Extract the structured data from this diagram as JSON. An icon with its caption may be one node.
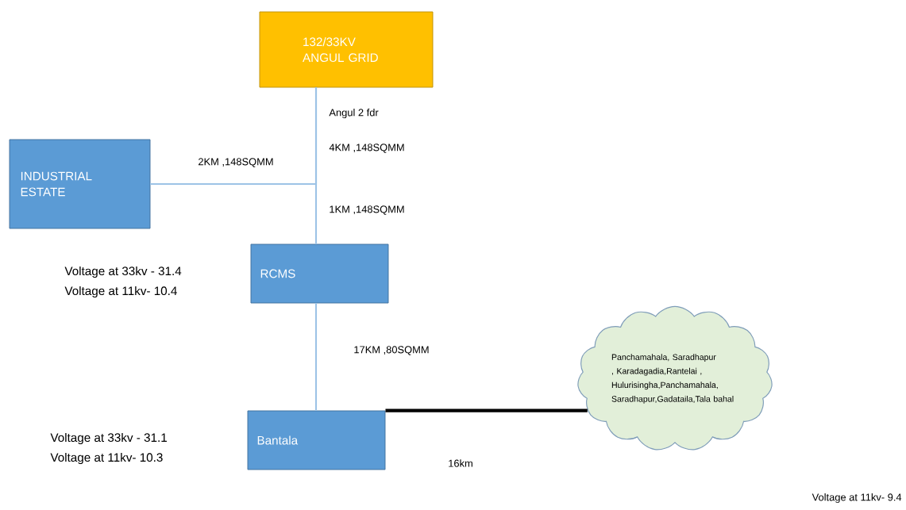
{
  "diagram": {
    "nodes": [
      {
        "text": [
          "132/33KV ANGUL GRID"
        ]
      },
      {
        "text": [
          "INDUSTRIAL ESTATE"
        ]
      },
      {
        "text": [
          "RCMS"
        ],
        "beside": [
          "Voltage at 33kv - 31.4",
          "Voltage at 11kv- 10.4"
        ]
      },
      {
        "text": [
          "Bantala"
        ],
        "beside": [
          "Voltage at 33kv - 31.1",
          "Voltage at 11kv- 10.3"
        ]
      },
      {
        "text": [
          "Panchamahala, Saradhapur , Karadagadia,Rantelai , Hulurisingha,Panchamahala, Saradhapur,Gadataila,Tala bahal"
        ]
      }
    ],
    "edges": [
      {
        "from": 0,
        "to": 2,
        "arrow": "none"
      },
      {
        "from": 0,
        "to": 1,
        "arrow": "none",
        "label": "2KM ,148SQMM"
      },
      {
        "from": 2,
        "to": 3,
        "arrow": "none",
        "label": "17KM ,80SQMM"
      },
      {
        "from": 3,
        "to": 4,
        "arrow": "none",
        "label": "16km",
        "style": "thick",
        "color": "#000000"
      }
    ],
    "labels": [
      "Angul 2 fdr",
      "4KM ,148SQMM",
      "1KM ,148SQMM",
      "Voltage at 11kv- 9.4"
    ]
  }
}
